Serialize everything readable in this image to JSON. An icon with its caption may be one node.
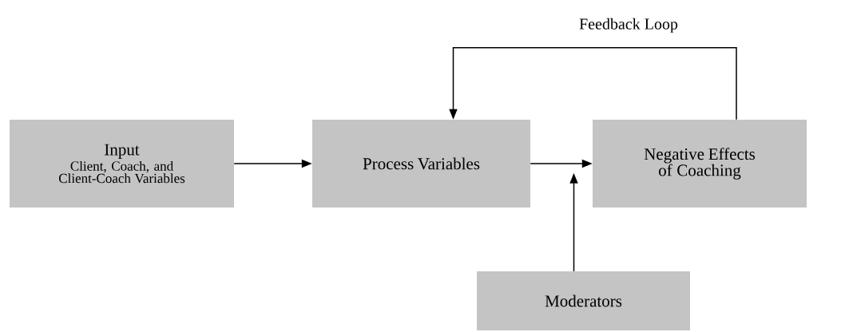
{
  "diagram": {
    "nodes": [
      {
        "text": [
          "Input",
          "Client, Coach, and Client-Coach Variables"
        ]
      },
      {
        "text": [
          "Process Variables"
        ]
      },
      {
        "text": [
          "Negative Effects of Coaching"
        ]
      },
      {
        "text": [
          "Moderators"
        ]
      }
    ],
    "edges": [
      {
        "from": 0,
        "to": 1,
        "arrow": "to"
      },
      {
        "from": 1,
        "to": 2,
        "arrow": "to"
      },
      {
        "from": 3,
        "to": null,
        "arrow": "to"
      },
      {
        "from": 2,
        "to": 1,
        "arrow": "to",
        "label": "Feedback Loop"
      }
    ]
  }
}
